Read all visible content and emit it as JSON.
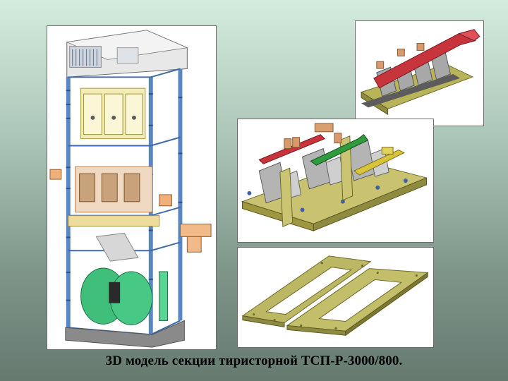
{
  "caption": "3D модель секции тиристорной ТСП-Р-3000/800.",
  "colors": {
    "background_top": "#d4ecdd",
    "background_bottom": "#667a70",
    "frame_blue": "#5b86c4",
    "busbar_red": "#c8343c",
    "busbar_green": "#2f9a3e",
    "busbar_yellow": "#d8c43a",
    "plate_olive": "#b9b45a",
    "transformer_green": "#3fbf7a",
    "thyristor_grey": "#a8a8a8"
  },
  "panels": [
    {
      "id": "cabinet",
      "icon": "thyristor-cabinet-3d-model"
    },
    {
      "id": "busbar",
      "icon": "busbar-thyristor-block-3d-model"
    },
    {
      "id": "assembly",
      "icon": "three-phase-thyristor-assembly-3d-model"
    },
    {
      "id": "plates",
      "icon": "insulating-base-plates-3d-model"
    }
  ]
}
